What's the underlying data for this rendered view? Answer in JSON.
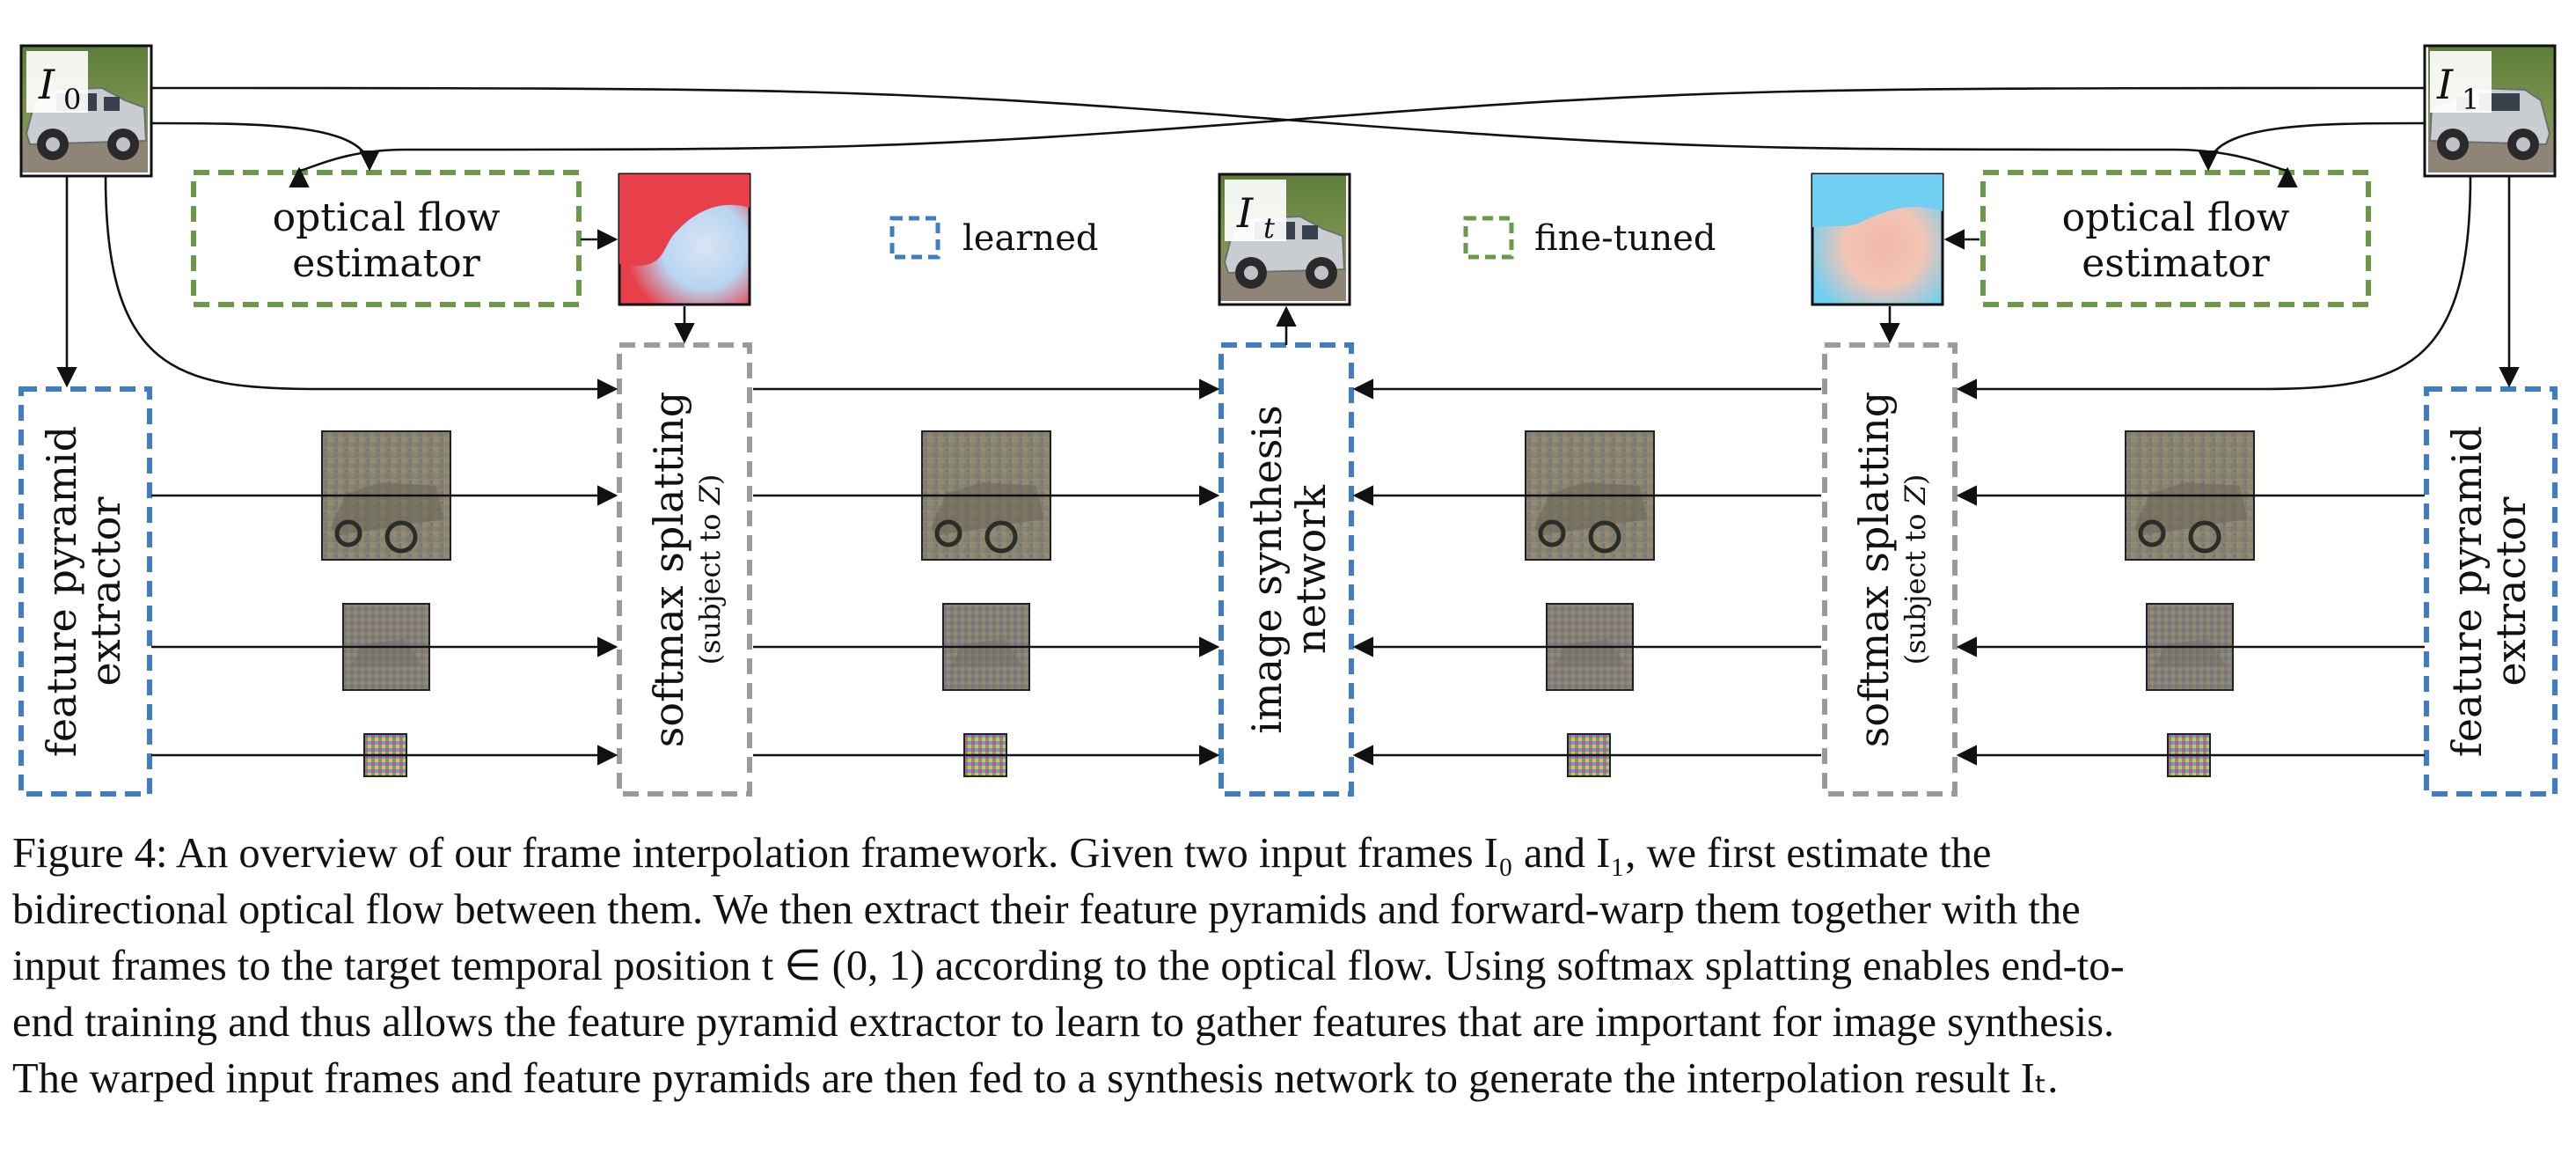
{
  "diagram": {
    "frames": {
      "i0_label": "I",
      "i0_sub": "0",
      "i1_label": "I",
      "i1_sub": "1",
      "it_label": "I",
      "it_sub": "t"
    },
    "flow_estimator_left": [
      "optical flow",
      "estimator"
    ],
    "flow_estimator_right": [
      "optical flow",
      "estimator"
    ],
    "legend": {
      "learned": "learned",
      "fine_tuned": "fine-tuned",
      "learned_color": "#3d7cc9",
      "fine_tuned_color": "#6a9a48",
      "fixed_color": "#9a9a9a"
    },
    "feature_extractor_left": [
      "feature pyramid",
      "extractor"
    ],
    "feature_extractor_right": [
      "feature pyramid",
      "extractor"
    ],
    "splat_left": [
      "softmax splatting",
      "(subject to ",
      "Z",
      ")"
    ],
    "splat_right": [
      "softmax splatting",
      "(subject to ",
      "Z",
      ")"
    ],
    "synthesis": [
      "image synthesis",
      "network"
    ]
  },
  "caption": {
    "line1": "Figure 4: An overview of our frame interpolation framework. Given two input frames I₀ and I₁, we first estimate the",
    "line2": "bidirectional optical flow between them. We then extract their feature pyramids and forward-warp them together with the",
    "line3": "input frames to the target temporal position t ∈ (0, 1) according to the optical flow. Using softmax splatting enables end-to-",
    "line4": "end training and thus allows the feature pyramid extractor to learn to gather features that are important for image synthesis.",
    "line5": "The warped input frames and feature pyramids are then fed to a synthesis network to generate the interpolation result Iₜ."
  }
}
